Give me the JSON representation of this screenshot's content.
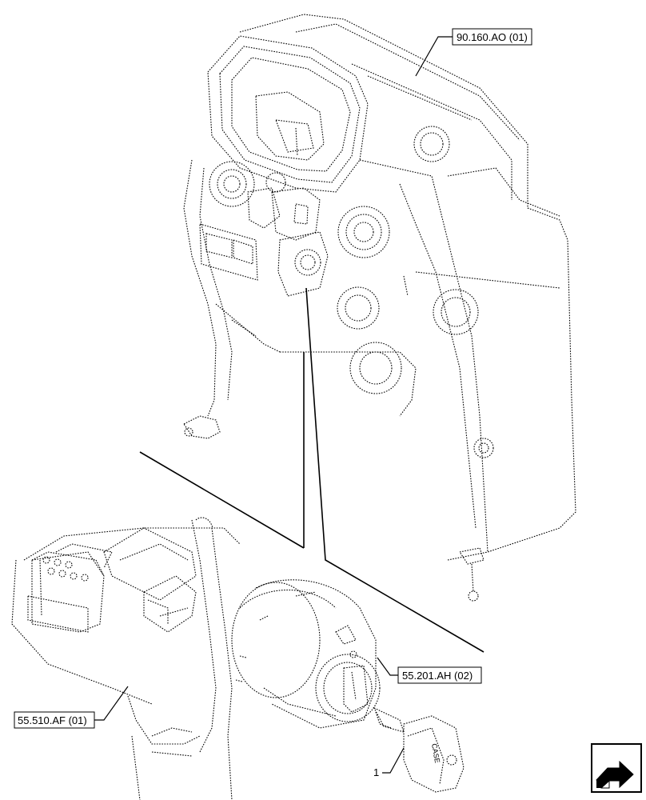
{
  "callouts": {
    "top_ref": "90.160.AO (01)",
    "switch_ref": "55.201.AH (02)",
    "harness_ref": "55.510.AF (01)",
    "part_number": "1"
  },
  "key_brand_text": "CASE",
  "icons": {
    "nav_icon": "next-page-arrow-icon"
  }
}
